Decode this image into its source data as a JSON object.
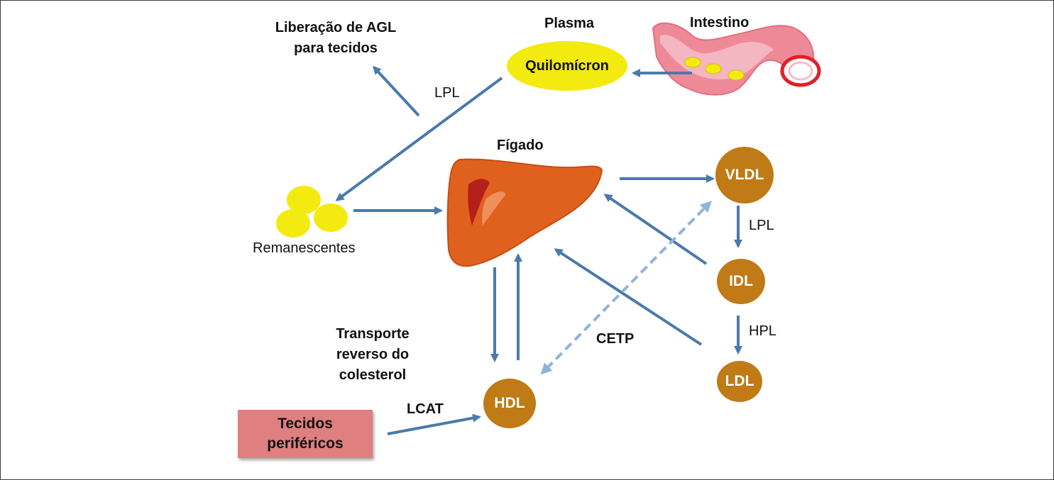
{
  "labels": {
    "plasma": "Plasma",
    "intestino": "Intestino",
    "quilomicron": "Quilomícron",
    "liberacao_line1": "Liberação de AGL",
    "liberacao_line2": "para tecidos",
    "lpl_top": "LPL",
    "figado": "Fígado",
    "remanescentes": "Remanescentes",
    "vldl": "VLDL",
    "idl": "IDL",
    "ldl": "LDL",
    "hdl": "HDL",
    "lpl_right": "LPL",
    "hpl": "HPL",
    "cetp": "CETP",
    "transporte_line1": "Transporte",
    "transporte_line2": "reverso do",
    "transporte_line3": "colesterol",
    "lcat": "LCAT",
    "tecidos_line1": "Tecidos",
    "tecidos_line2": "periféricos"
  },
  "colors": {
    "arrow": "#4a7aab",
    "arrow_dashed": "#8fb3dc",
    "lipoprotein": "#c07a16",
    "chylomicron": "#f3ea0f",
    "liver": "#e0611e",
    "intestine": "#ee8a98",
    "tissue_box": "#e07f80"
  }
}
